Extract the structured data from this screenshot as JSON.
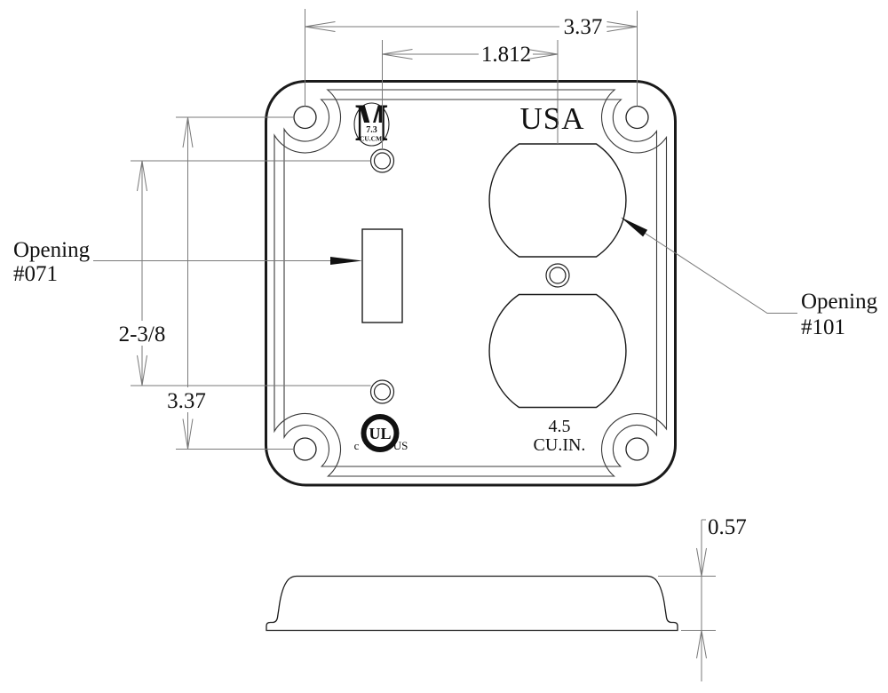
{
  "drawing": {
    "plan_view": {
      "usa_marking": "USA",
      "volume": {
        "value": "4.5",
        "unit": "CU.IN."
      },
      "m_logo": {
        "letter": "M",
        "value": "7.3",
        "unit": "CU.CM."
      },
      "ul_logo": {
        "letters": "UL",
        "prefix": "c",
        "suffix": "US"
      },
      "labels": {
        "opening_071": {
          "line1": "Opening",
          "line2": "#071"
        },
        "opening_101": {
          "line1": "Opening",
          "line2": "#101"
        }
      },
      "dimensions": {
        "mounting_hole_width": "3.37",
        "device_center_spacing": "1.812",
        "device_screw_spacing": "2-3/8",
        "mounting_hole_height": "3.37"
      }
    },
    "side_view": {
      "dimensions": {
        "cover_depth": "0.57"
      }
    },
    "colors": {
      "background": "#ffffff",
      "edge": "#1a1a1a",
      "dimension_line": "#7a7a7a"
    }
  }
}
